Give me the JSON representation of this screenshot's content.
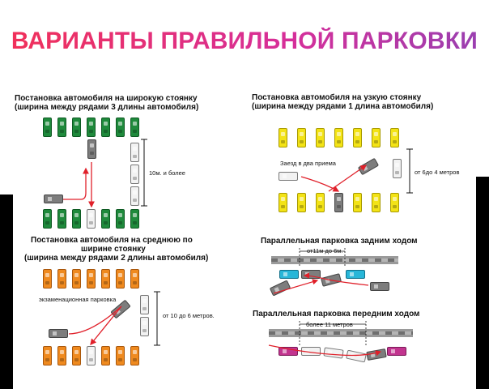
{
  "title": "ВАРИАНТЫ ПРАВИЛЬНОЙ ПАРКОВКИ",
  "sections": {
    "wide": {
      "caption_line1": "Постановка автомобиля на широкую стоянку",
      "caption_line2": "(ширина между рядами 3 длины автомобиля)",
      "distance": "10м. и более"
    },
    "narrow": {
      "caption_line1": "Постановка автомобиля  на  узкую  стоянку",
      "caption_line2": "(ширина между рядами 1 длина автомобиля)",
      "note": "Заезд в два приема",
      "distance": "от 6до 4 метров"
    },
    "medium": {
      "caption_line1": "Постановка автомобиля на среднюю по",
      "caption_line2": "ширине стоянку",
      "caption_line3": "(ширина между рядами 2 длины автомобиля)",
      "note": "экзаменационная парковка",
      "distance": "от 10 до 6 метров."
    },
    "parallel_reverse": {
      "caption": "Параллельная парковка задним ходом",
      "distance": "от11м до 6м."
    },
    "parallel_forward": {
      "caption": "Параллельная парковка передним ходом",
      "distance": "более 11 метров"
    }
  },
  "colors": {
    "title_gradient": [
      "#f0305a",
      "#d62f9a",
      "#9a3fb0"
    ],
    "wide_cars": "#1f8a3c",
    "narrow_cars": "#f3e316",
    "medium_cars": "#ef8a1f",
    "parallel_reverse_cars": "#28b6d8",
    "parallel_forward_cars": "#c2348f",
    "path": "#e0202a"
  }
}
